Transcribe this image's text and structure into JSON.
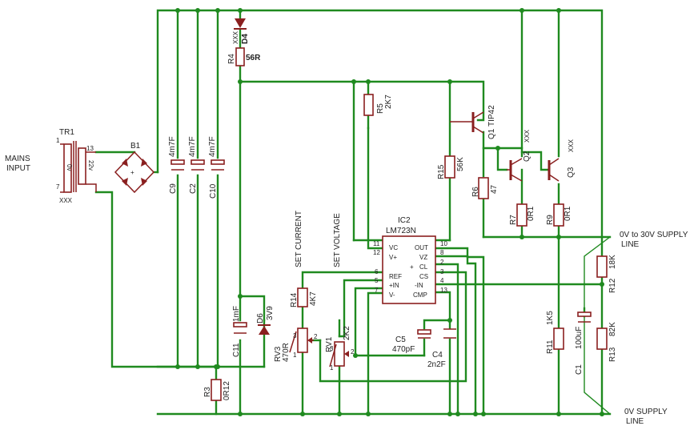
{
  "labels": {
    "mains_input_1": "MAINS",
    "mains_input_2": "INPUT",
    "tr1": "TR1",
    "tr1_pin1": "1",
    "tr1_pin7": "7",
    "tr1_pin13": "13",
    "tr1_xxx": "XXX",
    "tr1_prim": "0v",
    "tr1_sec": "22v",
    "b1": "B1",
    "c9": "C9",
    "c9_val": "4m7F",
    "c2": "C2",
    "c2_val": "4m7F",
    "c10": "C10",
    "c10_val": "4m7F",
    "d4": "D4",
    "d4_val": "XXX",
    "r4": "R4",
    "r4_val": "56R",
    "r5": "R5",
    "r5_val": "2K7",
    "q1": "Q1",
    "q1_val": "TIP42",
    "q2": "Q2",
    "q2_val": "XXX",
    "q3": "Q3",
    "q3_val": "XXX",
    "r15": "R15",
    "r15_val": "56K",
    "r6": "R6",
    "r6_val": "47",
    "r7": "R7",
    "r7_val": "0R1",
    "r9": "R9",
    "r9_val": "0R1",
    "ic2": "IC2",
    "ic2_val": "LM723N",
    "ic_pin11": "11",
    "ic_pin12": "12",
    "ic_pin6": "6",
    "ic_pin5": "5",
    "ic_pin7": "7",
    "ic_pin10": "10",
    "ic_pin8": "8",
    "ic_pin2": "2",
    "ic_pin3": "3",
    "ic_pin4": "4",
    "ic_pin13": "13",
    "ic_vc": "VC",
    "ic_vplus": "V+",
    "ic_ref": "REF",
    "ic_plusin": "+IN",
    "ic_vminus": "V-",
    "ic_out": "OUT",
    "ic_vz": "VZ",
    "ic_cl": "CL",
    "ic_cs": "CS",
    "ic_minusin": "-IN",
    "ic_cmp": "CMP",
    "set_current": "SET CURRENT",
    "set_voltage": "SET VOLTAGE",
    "r14": "R14",
    "r14_val": "4K7",
    "rv1": "RV1",
    "rv1_val": "2K2",
    "rv3": "RV3",
    "rv3_val": "470R",
    "c11": "C11",
    "c11_val": "1mF",
    "d6": "D6",
    "d6_val": "3V9",
    "c5": "C5",
    "c5_val": "470pF",
    "c4": "C4",
    "c4_val": "2n2F",
    "r3": "R3",
    "r3_val": "0R12",
    "r11": "R11",
    "r11_val": "1K5",
    "c1": "C1",
    "c1_val": "100uF",
    "r12": "R12",
    "r12_val": "18K",
    "r13": "R13",
    "r13_val": "82K",
    "out_supply_1": "0V to 30V SUPPLY",
    "out_supply_2": "LINE",
    "zero_supply_1": "0V SUPPLY",
    "zero_supply_2": "LINE",
    "pot_pin1": "1",
    "pot_pin2": "2",
    "pot_pin3": "3"
  },
  "colors": {
    "wire": "#1f8a1f",
    "part": "#8a1f1f"
  }
}
